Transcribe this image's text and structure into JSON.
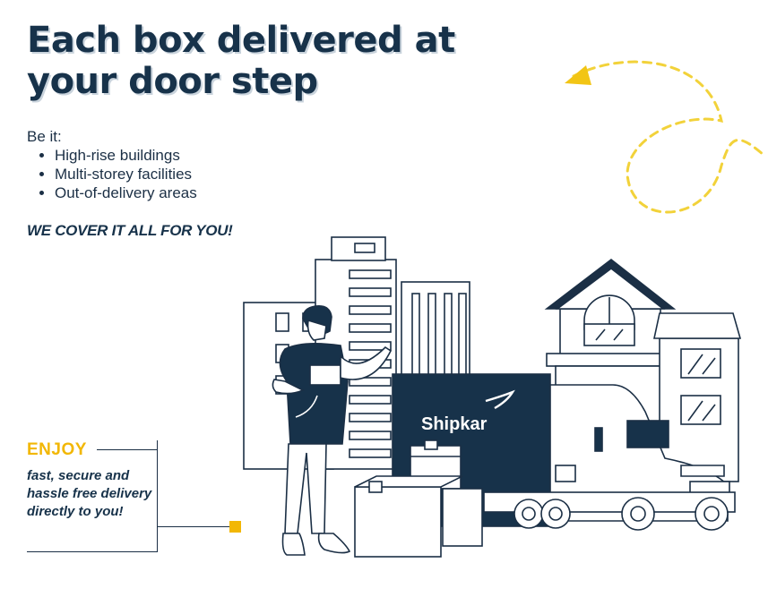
{
  "headline": {
    "line1": "Each box delivered at",
    "line2": "your door step"
  },
  "intro": "Be it:",
  "bullets": [
    "High-rise buildings",
    "Multi-storey facilities",
    "Out-of-delivery areas"
  ],
  "tagline": "WE COVER IT ALL FOR YOU!",
  "enjoy": {
    "title": "ENJOY",
    "text": "fast, secure and hassle free delivery directly to you!"
  },
  "truck": {
    "brand": "Shipkar"
  },
  "colors": {
    "navy": "#17324a",
    "accent_yellow": "#f2b705",
    "dashed_yellow": "#f2d23a"
  }
}
